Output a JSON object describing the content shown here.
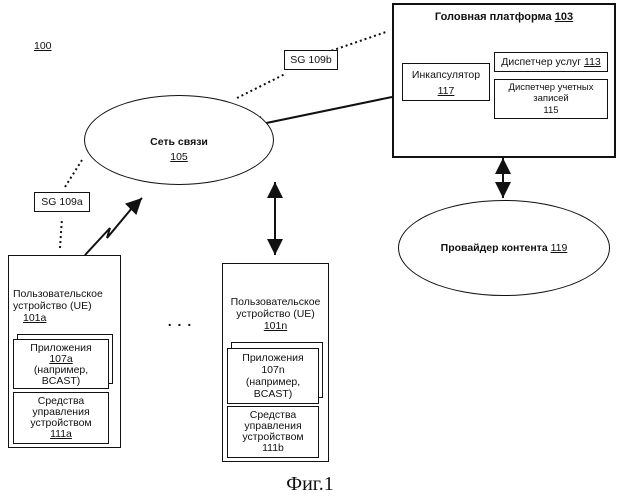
{
  "figure_ref": "100",
  "caption": "Фиг.1",
  "network": {
    "title": "Сеть связи",
    "ref": "105"
  },
  "head_platform": {
    "title": "Головная платформа",
    "ref": "103",
    "encapsulator": {
      "label": "Инкапсулятор",
      "ref": "117"
    },
    "service_dispatcher": {
      "label": "Диспетчер услуг",
      "ref": "113"
    },
    "account_dispatcher": {
      "label1": "Диспетчер учетных",
      "label2": "записей",
      "ref": "115"
    }
  },
  "content_provider": {
    "label": "Провайдер контента",
    "ref": "119"
  },
  "sg_a": "SG 109a",
  "sg_b": "SG 109b",
  "ue_a": {
    "line1": "Пользовательское",
    "line2": "устройство (UE)",
    "ref": "101a",
    "apps": {
      "line1": "Приложения",
      "ref": "107a",
      "line3": "(например,",
      "line4": "BCAST)"
    },
    "mgmt": {
      "line1": "Средства",
      "line2": "управления",
      "line3": "устройством",
      "ref": "111a"
    }
  },
  "ue_n": {
    "line1": "Пользовательское",
    "line2": "устройство (UE)",
    "ref": "101n",
    "apps": {
      "line1": "Приложения",
      "ref": "107n",
      "line3": "(например,",
      "line4": "BCAST)"
    },
    "mgmt": {
      "line1": "Средства",
      "line2": "управления",
      "line3": "устройством",
      "ref": "111b"
    }
  },
  "ellipsis": ". . ."
}
